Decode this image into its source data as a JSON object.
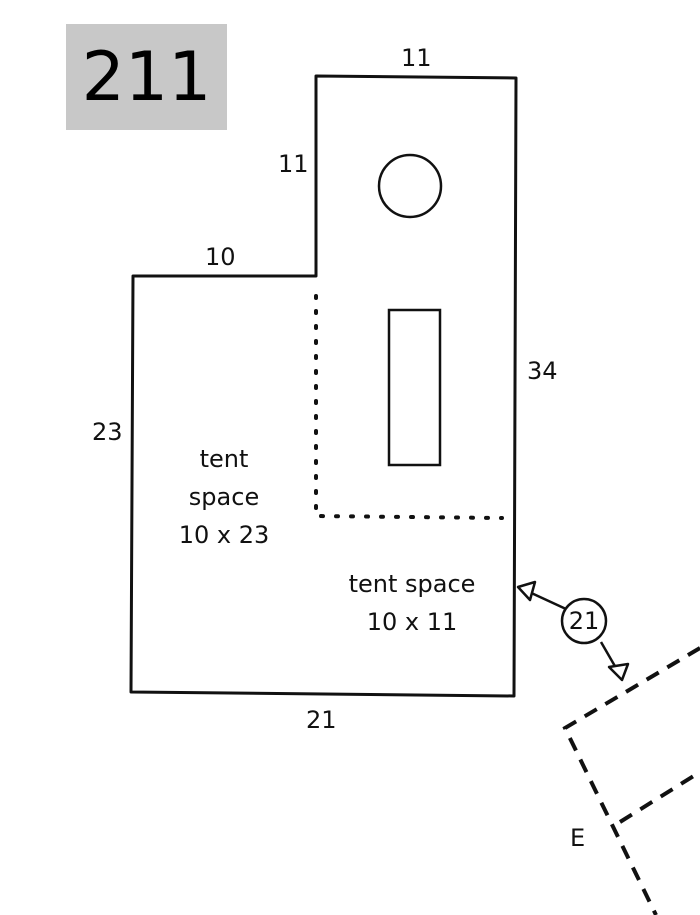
{
  "site": {
    "number": "211"
  },
  "dimensions": {
    "top_upper": "11",
    "left_upper": "11",
    "step_top": "10",
    "left": "23",
    "right": "34",
    "bottom": "21"
  },
  "tent_space_large": {
    "line1": "tent",
    "line2": "space",
    "line3": "10 x 23"
  },
  "tent_space_small": {
    "line1": "tent space",
    "line2": "10 x 11"
  },
  "adjacent": {
    "site_number": "21",
    "label": "E"
  }
}
